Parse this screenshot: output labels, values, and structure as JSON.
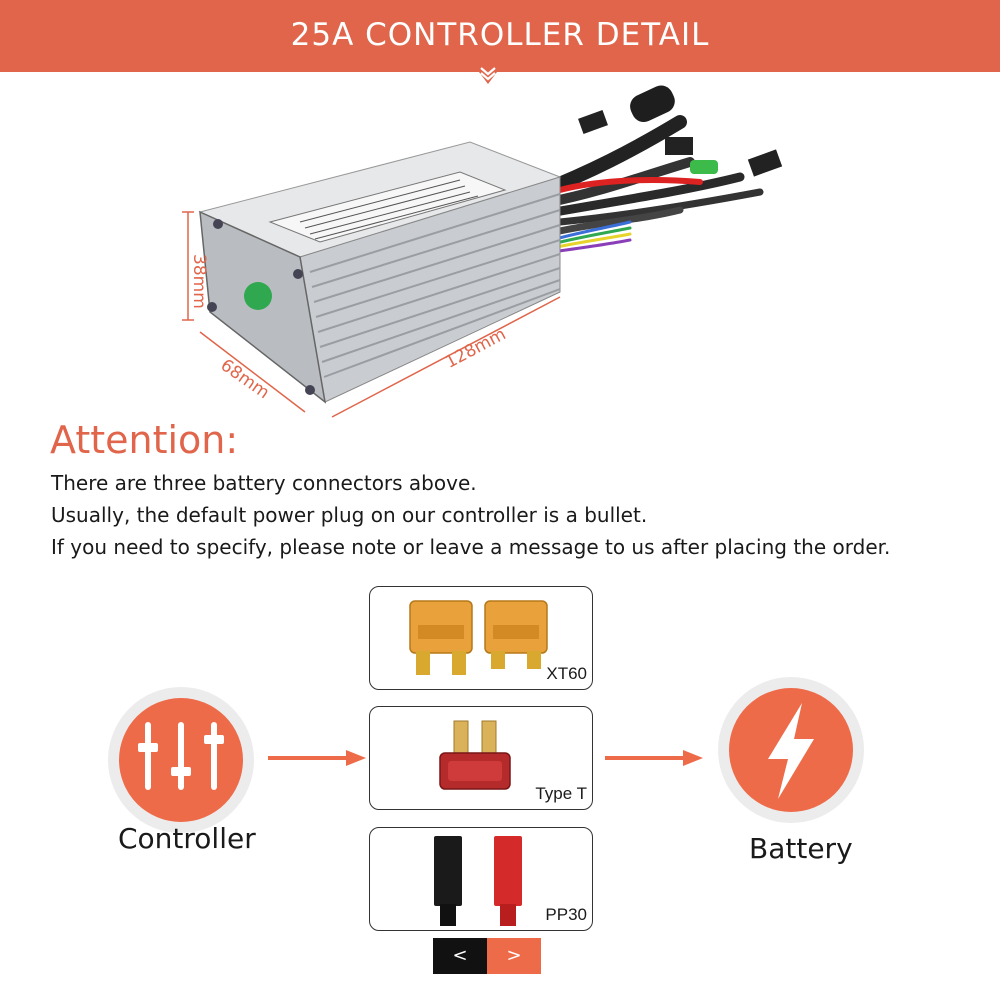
{
  "banner": {
    "title": "25A CONTROLLER DETAIL",
    "color": "#e0654a"
  },
  "product": {
    "dim_height": "38mm",
    "dim_width": "68mm",
    "dim_length": "128mm"
  },
  "attention": {
    "heading": "Attention:",
    "lines": [
      "There are three battery connectors above.",
      "Usually, the default power plug on our controller is a bullet.",
      "If you need to specify, please note or leave a message to us after placing the order."
    ]
  },
  "diagram": {
    "controller_label": "Controller",
    "controller_icon": "sliders-icon",
    "battery_label": "Battery",
    "battery_icon": "lightning-icon",
    "accent_color": "#ee6b4a",
    "connectors": [
      {
        "label": "XT60"
      },
      {
        "label": "Type T"
      },
      {
        "label": "PP30"
      }
    ]
  },
  "pager": {
    "prev": "<",
    "next": ">"
  }
}
